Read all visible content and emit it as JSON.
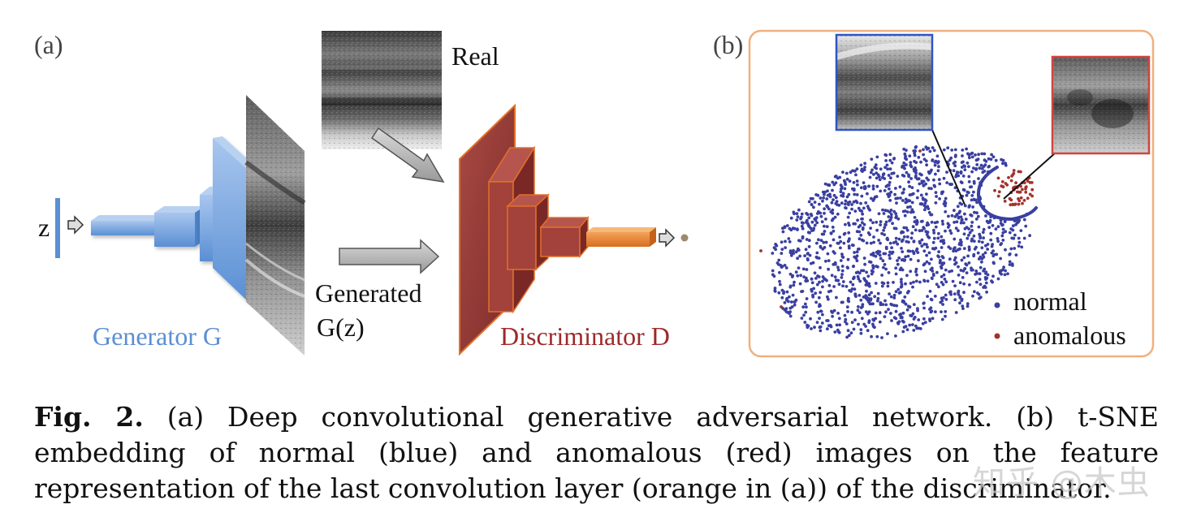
{
  "panel_a": {
    "label": "(a)",
    "z_label": "z",
    "real_label": "Real",
    "generated_label_1": "Generated",
    "generated_label_2": "G(z)",
    "generator_label": "Generator G",
    "discriminator_label": "Discriminator D"
  },
  "panel_b": {
    "label": "(b)",
    "legend": [
      {
        "label": "normal",
        "color": "#3a3fa0"
      },
      {
        "label": "anomalous",
        "color": "#a3332c"
      }
    ],
    "normal_count_approx": 1500,
    "anomalous_count_approx": 60
  },
  "colors": {
    "generator": "#6fa0de",
    "discriminator": "#9c3a36",
    "discriminator_edge": "#e0702a",
    "last_layer": "#e8852e",
    "panel_border": "#f0b07e"
  },
  "caption": {
    "fig_label": "Fig. 2.",
    "text": "(a) Deep convolutional generative adversarial network. (b) t-SNE embedding of normal (blue) and anomalous (red) images on the feature representation of the last convolution layer (orange in (a)) of the discriminator."
  },
  "watermark": "知乎 @木虫"
}
